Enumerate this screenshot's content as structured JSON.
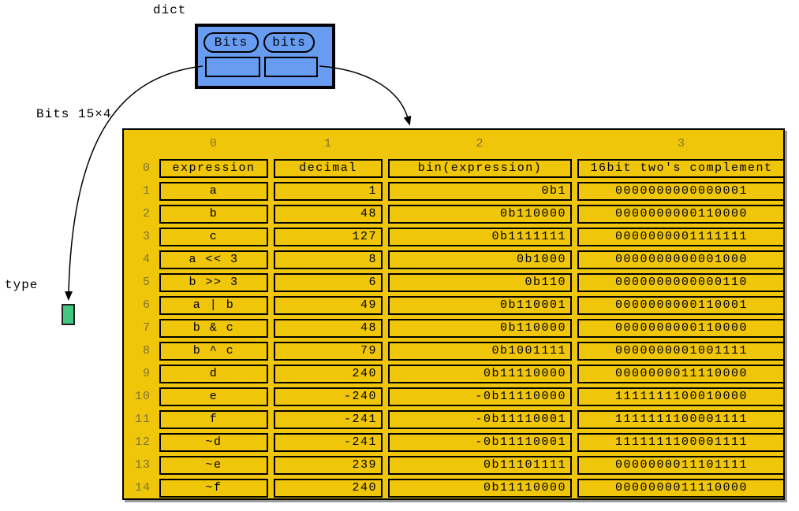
{
  "labels": {
    "dict_type": "dict",
    "table_dim": "Bits 15×4",
    "value_type": "type"
  },
  "dict_node": {
    "keys": [
      "Bits",
      "bits"
    ]
  },
  "colors": {
    "node_blue": "#679CF1",
    "table_gold": "#F0C60A",
    "type_green": "#42C87E",
    "index_text": "#7E7433"
  },
  "table": {
    "col_headers": [
      "0",
      "1",
      "2",
      "3"
    ],
    "row_headers": [
      "0",
      "1",
      "2",
      "3",
      "4",
      "5",
      "6",
      "7",
      "8",
      "9",
      "10",
      "11",
      "12",
      "13",
      "14"
    ],
    "rows": [
      [
        "expression",
        "decimal",
        "bin(expression)",
        "16bit two's complement"
      ],
      [
        "a",
        "1",
        "0b1",
        "0000000000000001"
      ],
      [
        "b",
        "48",
        "0b110000",
        "0000000000110000"
      ],
      [
        "c",
        "127",
        "0b1111111",
        "0000000001111111"
      ],
      [
        "a << 3",
        "8",
        "0b1000",
        "0000000000001000"
      ],
      [
        "b >> 3",
        "6",
        "0b110",
        "0000000000000110"
      ],
      [
        "a | b",
        "49",
        "0b110001",
        "0000000000110001"
      ],
      [
        "b & c",
        "48",
        "0b110000",
        "0000000000110000"
      ],
      [
        "b ^ c",
        "79",
        "0b1001111",
        "0000000001001111"
      ],
      [
        "d",
        "240",
        "0b11110000",
        "0000000011110000"
      ],
      [
        "e",
        "-240",
        "-0b11110000",
        "1111111100010000"
      ],
      [
        "f",
        "-241",
        "-0b11110001",
        "1111111100001111"
      ],
      [
        "~d",
        "-241",
        "-0b11110001",
        "1111111100001111"
      ],
      [
        "~e",
        "239",
        "0b11101111",
        "0000000011101111"
      ],
      [
        "~f",
        "240",
        "0b11110000",
        "0000000011110000"
      ]
    ]
  }
}
